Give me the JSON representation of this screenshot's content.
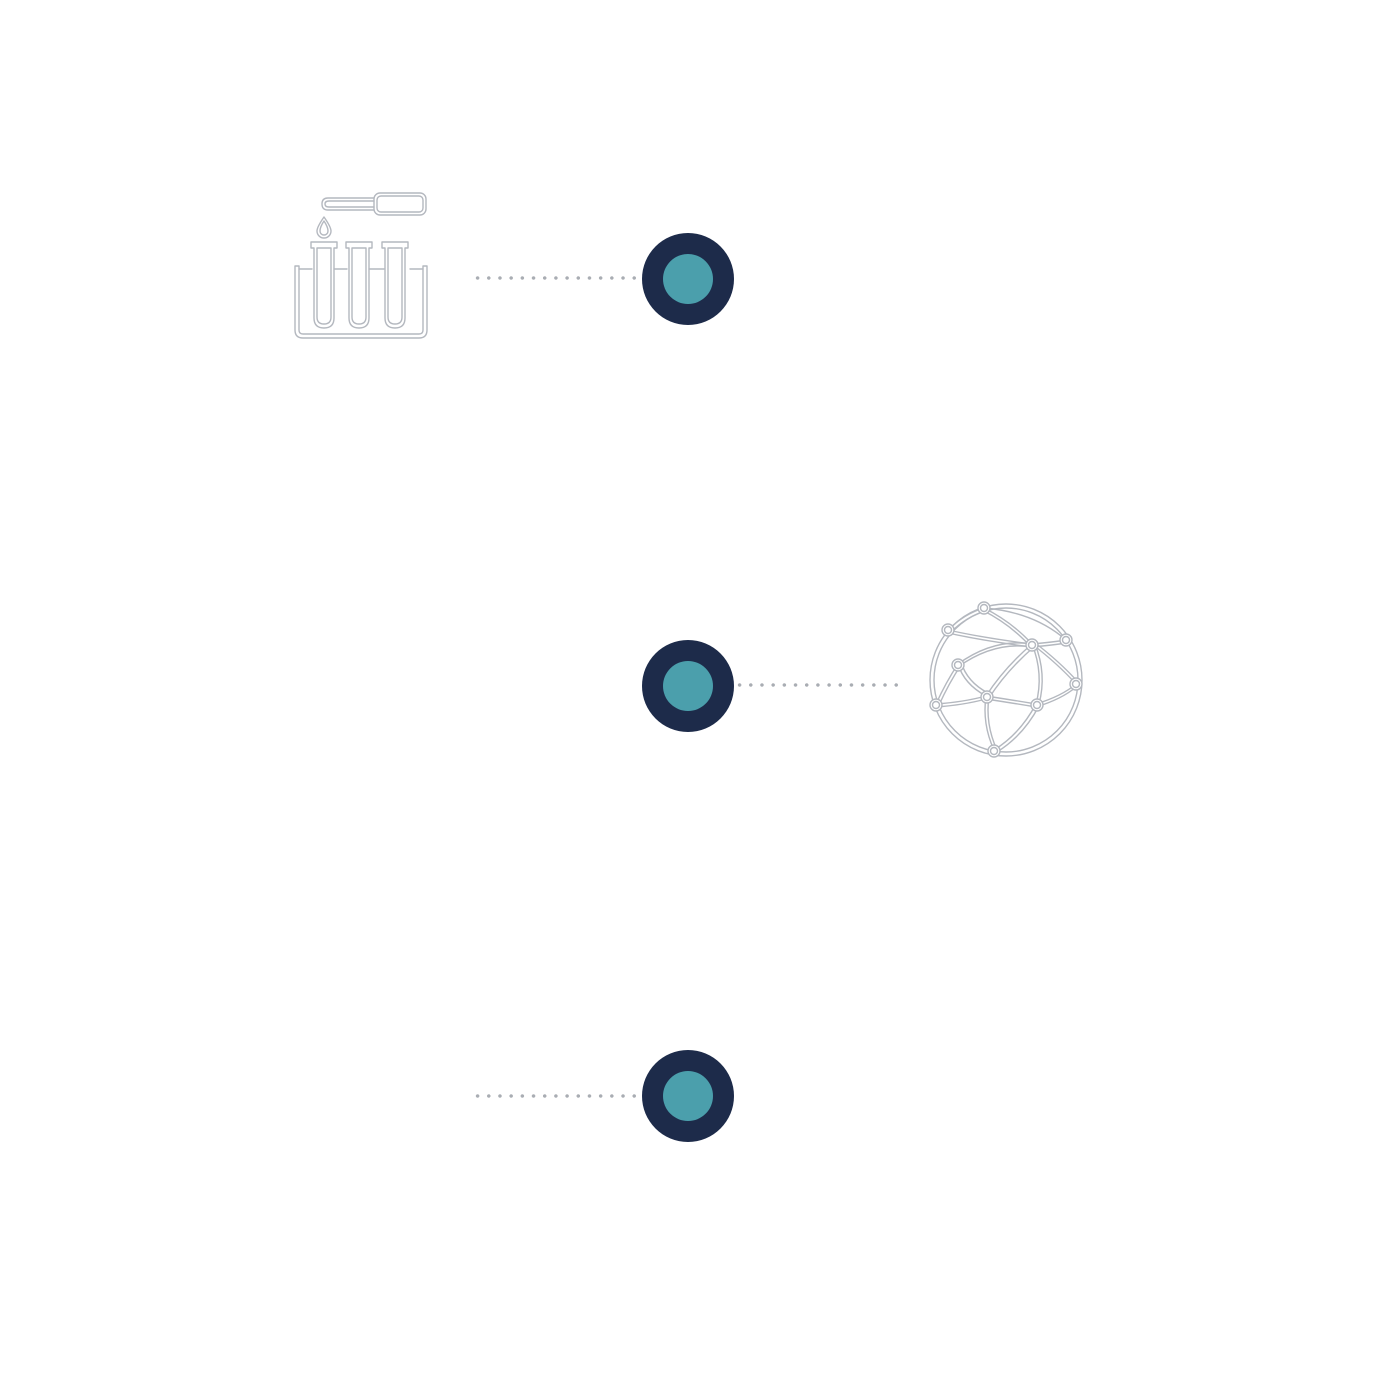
{
  "diagram": {
    "type": "vertical-timeline",
    "colors": {
      "node_outer": "#1d2b4a",
      "node_inner": "#4b9fac",
      "connector": "#a9adb3",
      "icon_stroke": "#b4b8bf"
    },
    "steps": [
      {
        "icon": "test-tubes-icon",
        "side": "left"
      },
      {
        "icon": "network-globe-icon",
        "side": "right"
      },
      {
        "icon": "",
        "side": "left"
      }
    ]
  }
}
